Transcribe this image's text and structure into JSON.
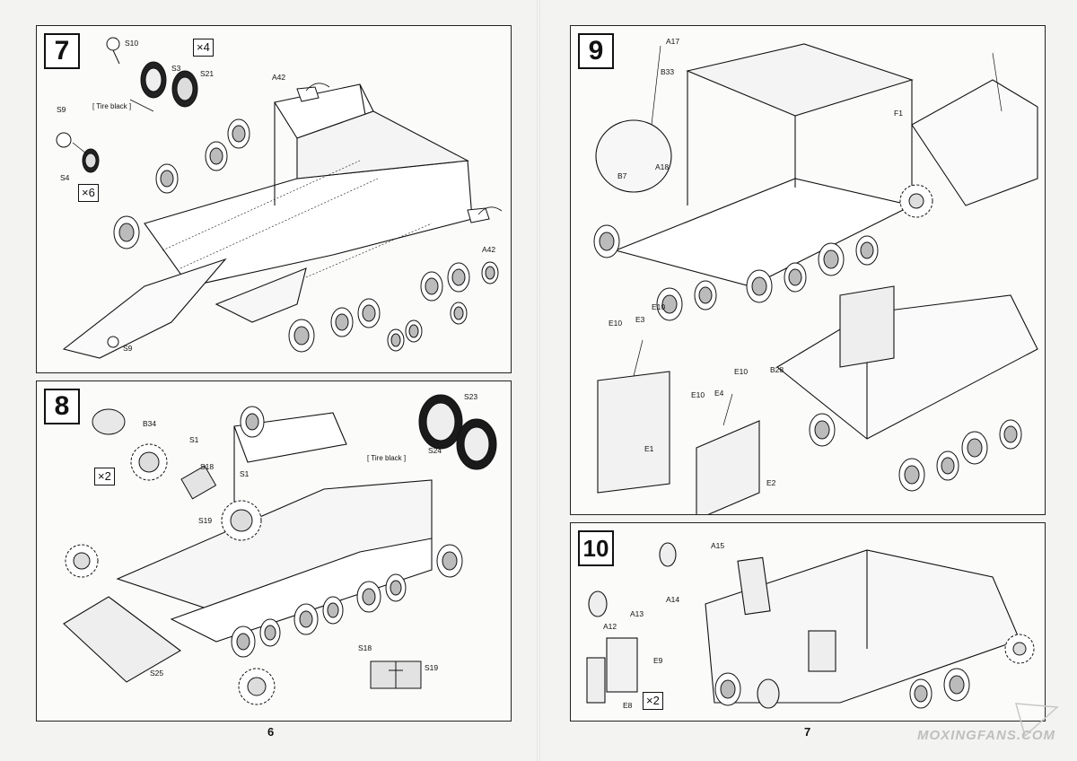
{
  "steps": {
    "s7": {
      "number": "7",
      "multipliers": [
        "×4",
        "×6"
      ],
      "labels": [
        "S10",
        "S3",
        "S21",
        "[ Tire black ]",
        "S9",
        "S4",
        "A42",
        "A42",
        "S9"
      ]
    },
    "s8": {
      "number": "8",
      "multipliers": [
        "×2"
      ],
      "labels": [
        "B34",
        "S1",
        "S18",
        "S1",
        "S19",
        "S23",
        "[ Tire black ]",
        "S24",
        "S25",
        "S18",
        "S19"
      ]
    },
    "s9": {
      "number": "9",
      "labels": [
        "A17",
        "B33",
        "B7",
        "A18",
        "F1",
        "E10",
        "E3",
        "E10",
        "E1",
        "E10",
        "E4",
        "E10",
        "E2",
        "B28"
      ]
    },
    "s10": {
      "number": "10",
      "multipliers": [
        "×2"
      ],
      "labels": [
        "A15",
        "A14",
        "A12",
        "A13",
        "E9",
        "E8"
      ]
    }
  },
  "pages": {
    "left": "6",
    "right": "7"
  },
  "watermark": "MOXINGFANS.COM",
  "colors": {
    "ink": "#111111",
    "paper": "#fbfbfa",
    "tire": "#1a1a1a",
    "part_fill": "#e6e6e6"
  }
}
